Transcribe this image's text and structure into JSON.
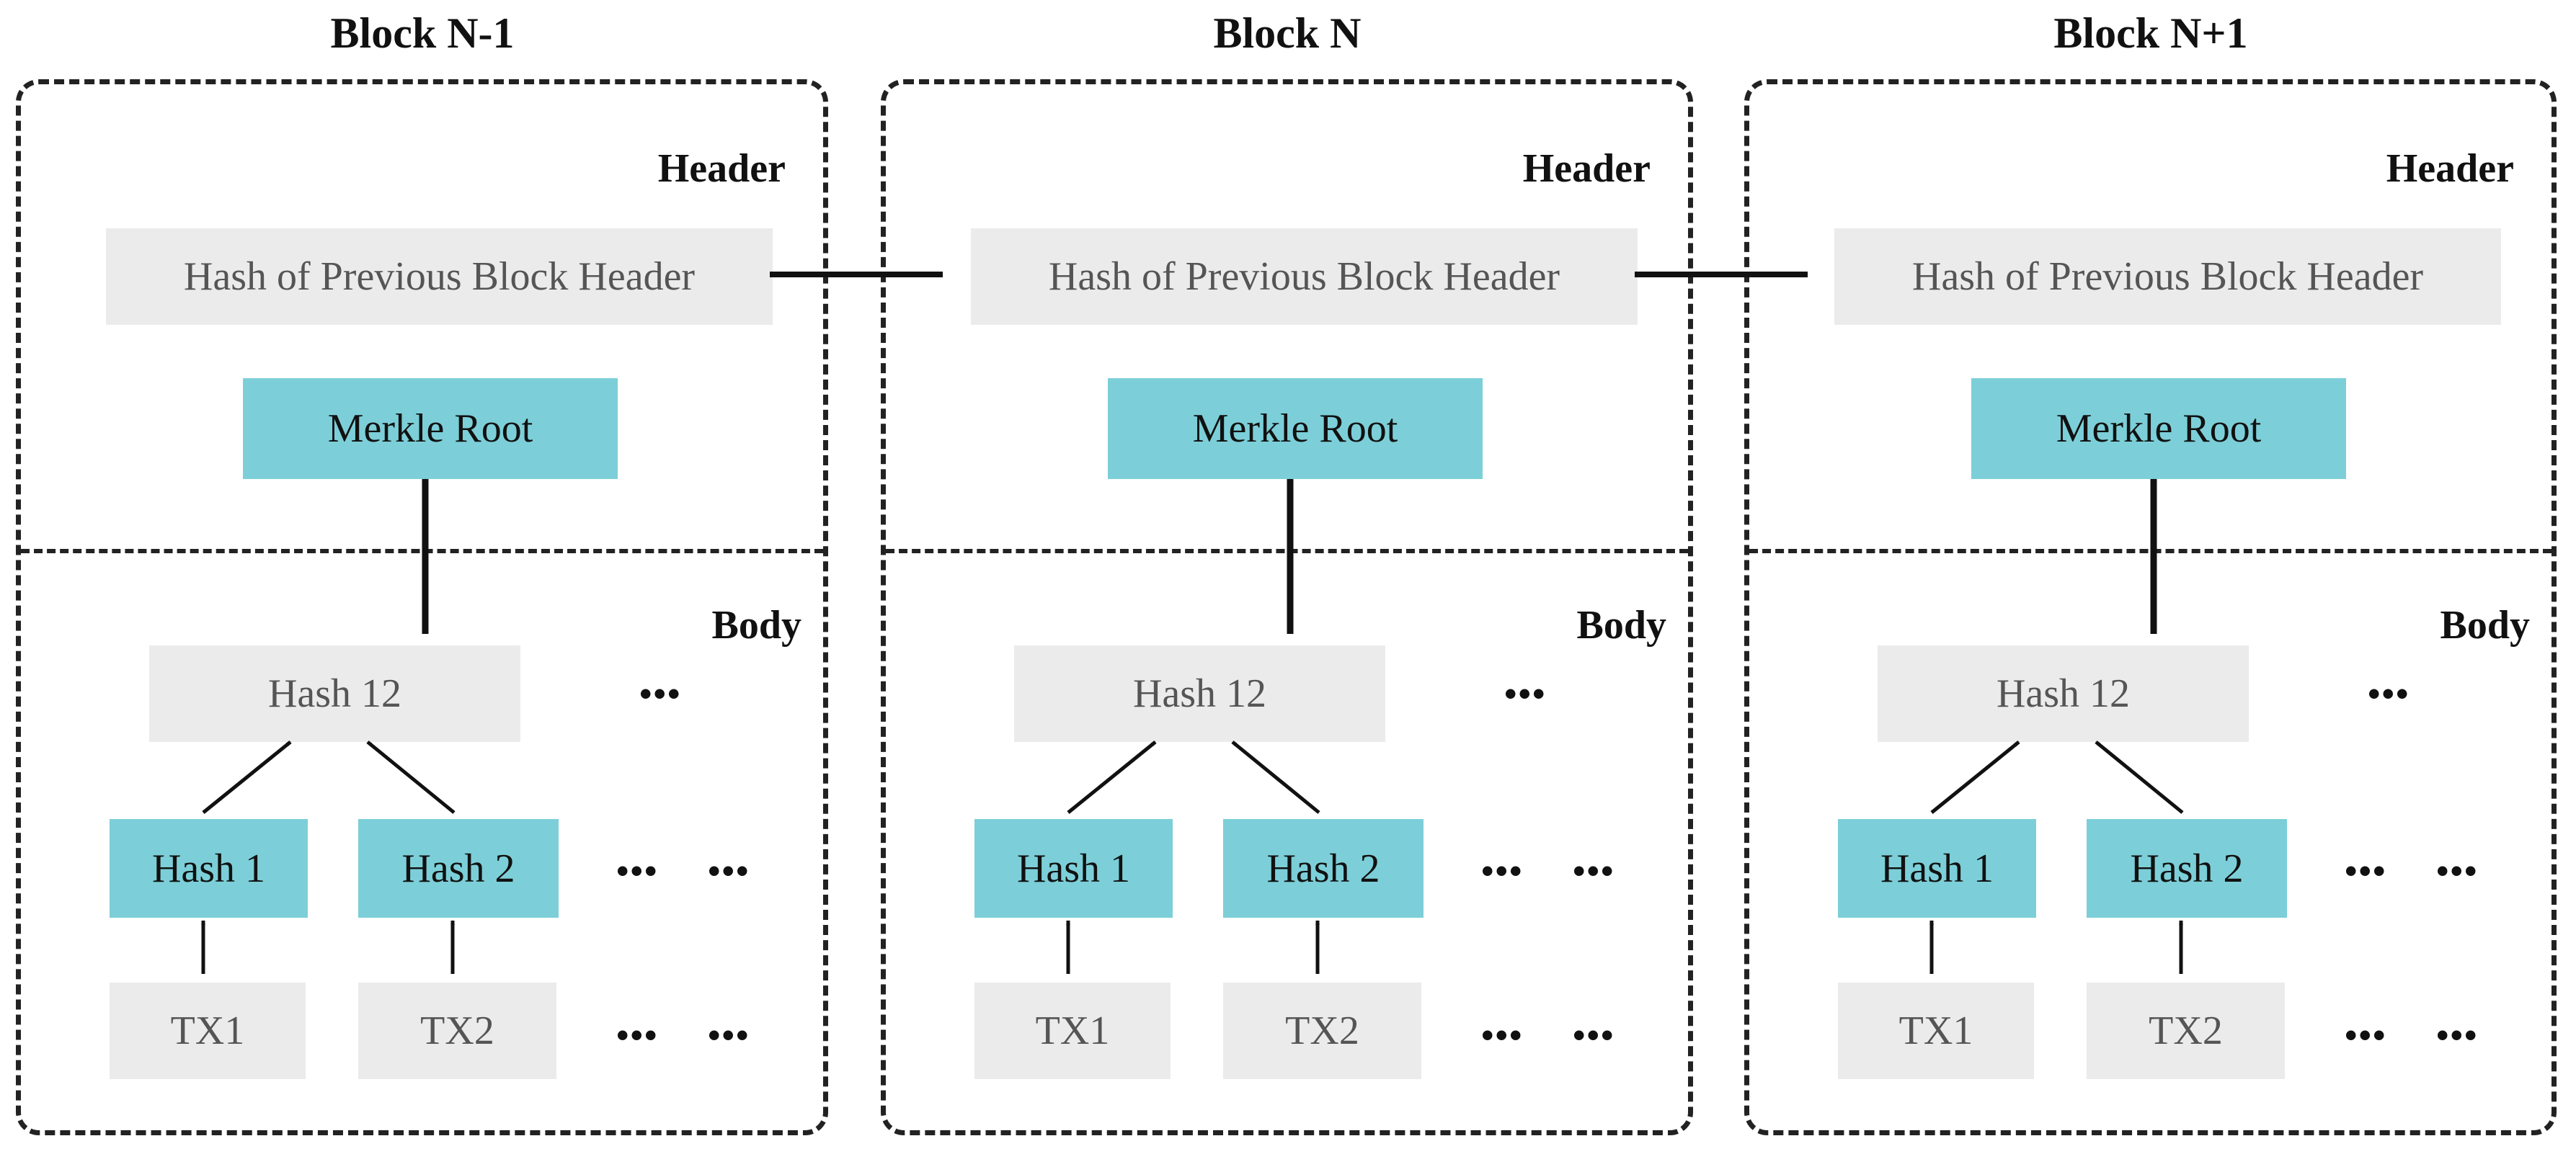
{
  "blocks": [
    {
      "title": "Block N-1",
      "header_label": "Header",
      "prev_hash": "Hash of Previous Block Header",
      "merkle_root": "Merkle Root",
      "body_label": "Body",
      "hash12": "Hash 12",
      "hash1": "Hash 1",
      "hash2": "Hash 2",
      "tx1": "TX1",
      "tx2": "TX2",
      "ellipsis": "•••"
    },
    {
      "title": "Block N",
      "header_label": "Header",
      "prev_hash": "Hash of Previous Block Header",
      "merkle_root": "Merkle Root",
      "body_label": "Body",
      "hash12": "Hash 12",
      "hash1": "Hash 1",
      "hash2": "Hash 2",
      "tx1": "TX1",
      "tx2": "TX2",
      "ellipsis": "•••"
    },
    {
      "title": "Block N+1",
      "header_label": "Header",
      "prev_hash": "Hash of Previous Block Header",
      "merkle_root": "Merkle Root",
      "body_label": "Body",
      "hash12": "Hash 12",
      "hash1": "Hash 1",
      "hash2": "Hash 2",
      "tx1": "TX1",
      "tx2": "TX2",
      "ellipsis": "•••"
    }
  ],
  "colors": {
    "teal": "#7ccfd8",
    "grey": "#ebebeb",
    "line": "#111111"
  }
}
